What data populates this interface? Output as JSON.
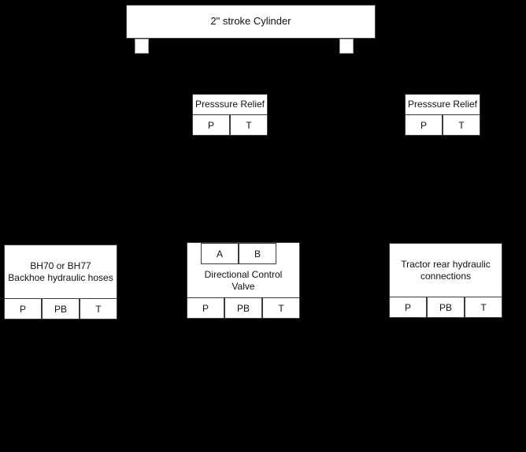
{
  "diagram": {
    "background_color": "#000000",
    "block_fill": "#ffffff",
    "block_border": "#3c3c3c",
    "text_color": "#111111"
  },
  "cylinder": {
    "title": "2\" stroke Cylinder",
    "ports": [
      {
        "name": "cylinder-port-left",
        "label": ""
      },
      {
        "name": "cylinder-port-right",
        "label": ""
      }
    ]
  },
  "relief_left": {
    "title": "Presssure Relief",
    "ports": [
      "P",
      "T"
    ]
  },
  "relief_right": {
    "title": "Presssure Relief",
    "ports": [
      "P",
      "T"
    ]
  },
  "backhoe": {
    "title": "BH70 or BH77\nBackhoe hydraulic hoses",
    "ports": [
      "P",
      "PB",
      "T"
    ]
  },
  "valve": {
    "title": "Directional Control\nValve",
    "work_ports": [
      "A",
      "B"
    ],
    "ports": [
      "P",
      "PB",
      "T"
    ]
  },
  "tractor": {
    "title": "Tractor rear hydraulic\nconnections",
    "ports": [
      "P",
      "PB",
      "T"
    ]
  }
}
